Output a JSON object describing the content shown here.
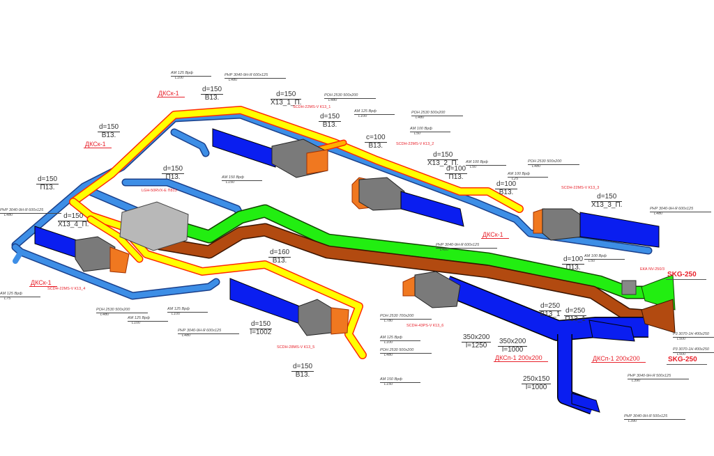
{
  "colors": {
    "supply_yellow": "#ffff00",
    "outline_red": "#ff2a00",
    "exhaust_blue": "#3d8ee6",
    "unit_blue": "#0a1ef0",
    "green": "#22ee11",
    "brown": "#b24a10",
    "grey": "#8a8a8a",
    "orange": "#f07820"
  },
  "labels": [
    {
      "type": "spec",
      "lines": [
        "AM 125 Врф",
        "L100"
      ]
    },
    {
      "type": "spec",
      "lines": [
        "РНР 3040-9Н-Я 600x125",
        "L480"
      ]
    },
    {
      "type": "tag",
      "lines": [
        "ДКСк-1"
      ]
    },
    {
      "type": "dim",
      "lines": [
        "d=150",
        "В13."
      ]
    },
    {
      "type": "dim",
      "lines": [
        "d=150",
        "Х13_1_П."
      ]
    },
    {
      "type": "spec",
      "lines": [
        "РОН 2530 500x200",
        "L480"
      ]
    },
    {
      "type": "red",
      "lines": [
        "SCDH-22MS-V К13_1"
      ]
    },
    {
      "type": "spec",
      "lines": [
        "AM 125 Врф",
        "L100"
      ]
    },
    {
      "type": "dim",
      "lines": [
        "d=150",
        "В13."
      ]
    },
    {
      "type": "spec",
      "lines": [
        "РОН 2530 500x200",
        "L480"
      ]
    },
    {
      "type": "dim",
      "lines": [
        "c=100",
        "В13."
      ]
    },
    {
      "type": "spec",
      "lines": [
        "AM 100 Врф",
        "L50"
      ]
    },
    {
      "type": "red",
      "lines": [
        "SCDH-22MS-V К13_2"
      ]
    },
    {
      "type": "dim",
      "lines": [
        "d=150",
        "Х13_2_П."
      ]
    },
    {
      "type": "dim",
      "lines": [
        "d=100",
        "П13."
      ]
    },
    {
      "type": "spec",
      "lines": [
        "AM 100 Врф",
        "L50"
      ]
    },
    {
      "type": "spec",
      "lines": [
        "РОН 2530 500x200",
        "L480"
      ]
    },
    {
      "type": "spec",
      "lines": [
        "AM 100 Врф",
        "L25"
      ]
    },
    {
      "type": "dim",
      "lines": [
        "d=100",
        "В13."
      ]
    },
    {
      "type": "red",
      "lines": [
        "SCDH-22MS-V К13_3"
      ]
    },
    {
      "type": "dim",
      "lines": [
        "d=150",
        "Х13_3_П."
      ]
    },
    {
      "type": "tag",
      "lines": [
        "ДКСк-1"
      ]
    },
    {
      "type": "spec",
      "lines": [
        "РНР 3040-9Н-Я 600x125",
        "L480"
      ]
    },
    {
      "type": "spec",
      "lines": [
        "РНР 3040-9Н-Я 600x125",
        "L480"
      ]
    },
    {
      "type": "dim",
      "lines": [
        "d=100",
        "П13."
      ]
    },
    {
      "type": "spec",
      "lines": [
        "AM 100 Врф",
        "L50"
      ]
    },
    {
      "type": "red",
      "lines": [
        "ЕКА NV-250/3"
      ]
    },
    {
      "type": "tagbig",
      "lines": [
        "SKG-250"
      ]
    },
    {
      "type": "dim",
      "lines": [
        "d=150",
        "В13."
      ]
    },
    {
      "type": "tag",
      "lines": [
        "ДКСк-1"
      ]
    },
    {
      "type": "dim",
      "lines": [
        "d=150",
        "П13."
      ]
    },
    {
      "type": "dim",
      "lines": [
        "d=150",
        "П13."
      ]
    },
    {
      "type": "red",
      "lines": [
        "LGH-50RVX-E П813"
      ]
    },
    {
      "type": "spec",
      "lines": [
        "AM 150 Врф",
        "L150"
      ]
    },
    {
      "type": "spec",
      "lines": [
        "РНР 3040-9Н-Я 600x125",
        "L480"
      ]
    },
    {
      "type": "dim",
      "lines": [
        "d=150",
        "Х13_4_П."
      ]
    },
    {
      "type": "tag",
      "lines": [
        "ДКСк-1"
      ]
    },
    {
      "type": "red",
      "lines": [
        "SCDH-22MS-V К13_4"
      ]
    },
    {
      "type": "spec",
      "lines": [
        "AM 125 Врф",
        "L75"
      ]
    },
    {
      "type": "spec",
      "lines": [
        "РОН 2530 500x200",
        "L480"
      ]
    },
    {
      "type": "spec",
      "lines": [
        "AM 125 Врф",
        "L100"
      ]
    },
    {
      "type": "spec",
      "lines": [
        "AM 125 Врф",
        "L100"
      ]
    },
    {
      "type": "spec",
      "lines": [
        "РНР 3040-9Н-Я 600x125",
        "L480"
      ]
    },
    {
      "type": "dim",
      "lines": [
        "d=160",
        "В13."
      ]
    },
    {
      "type": "dim",
      "lines": [
        "d=150",
        "l=1002"
      ]
    },
    {
      "type": "red",
      "lines": [
        "SCDH-28MS-V К13_5"
      ]
    },
    {
      "type": "spec",
      "lines": [
        "РОН 2530 700x200",
        "L780"
      ]
    },
    {
      "type": "spec",
      "lines": [
        "AM 125 Врф",
        "L100"
      ]
    },
    {
      "type": "spec",
      "lines": [
        "РОН 2530 500x200",
        "L480"
      ]
    },
    {
      "type": "dim",
      "lines": [
        "d=150",
        "В13."
      ]
    },
    {
      "type": "spec",
      "lines": [
        "AM 150 Врф",
        "L150"
      ]
    },
    {
      "type": "red",
      "lines": [
        "SCDH-43PS-V К13_6"
      ]
    },
    {
      "type": "dim",
      "lines": [
        "350x200",
        "l=1250"
      ]
    },
    {
      "type": "dim",
      "lines": [
        "350x200",
        "l=1000"
      ]
    },
    {
      "type": "tag",
      "lines": [
        "ДКСп-1 200x200"
      ]
    },
    {
      "type": "tag",
      "lines": [
        "ДКСп-1 200x200"
      ]
    },
    {
      "type": "dim",
      "lines": [
        "250x150",
        "l=1000"
      ]
    },
    {
      "type": "dim",
      "lines": [
        "d=250",
        "В13_1"
      ]
    },
    {
      "type": "dim",
      "lines": [
        "d=250",
        "П13_1"
      ]
    },
    {
      "type": "spec",
      "lines": [
        "Р3 3070-1Н 400x250",
        "L500"
      ]
    },
    {
      "type": "spec",
      "lines": [
        "Р3 3070-1Н 400x250",
        "L500"
      ]
    },
    {
      "type": "tagbig",
      "lines": [
        "SKG-250"
      ]
    },
    {
      "type": "spec",
      "lines": [
        "РНР 3040-9Н-Я 500x125",
        "L390"
      ]
    },
    {
      "type": "spec",
      "lines": [
        "РНР 3040-9Н-Я 500x125",
        "L390"
      ]
    }
  ]
}
